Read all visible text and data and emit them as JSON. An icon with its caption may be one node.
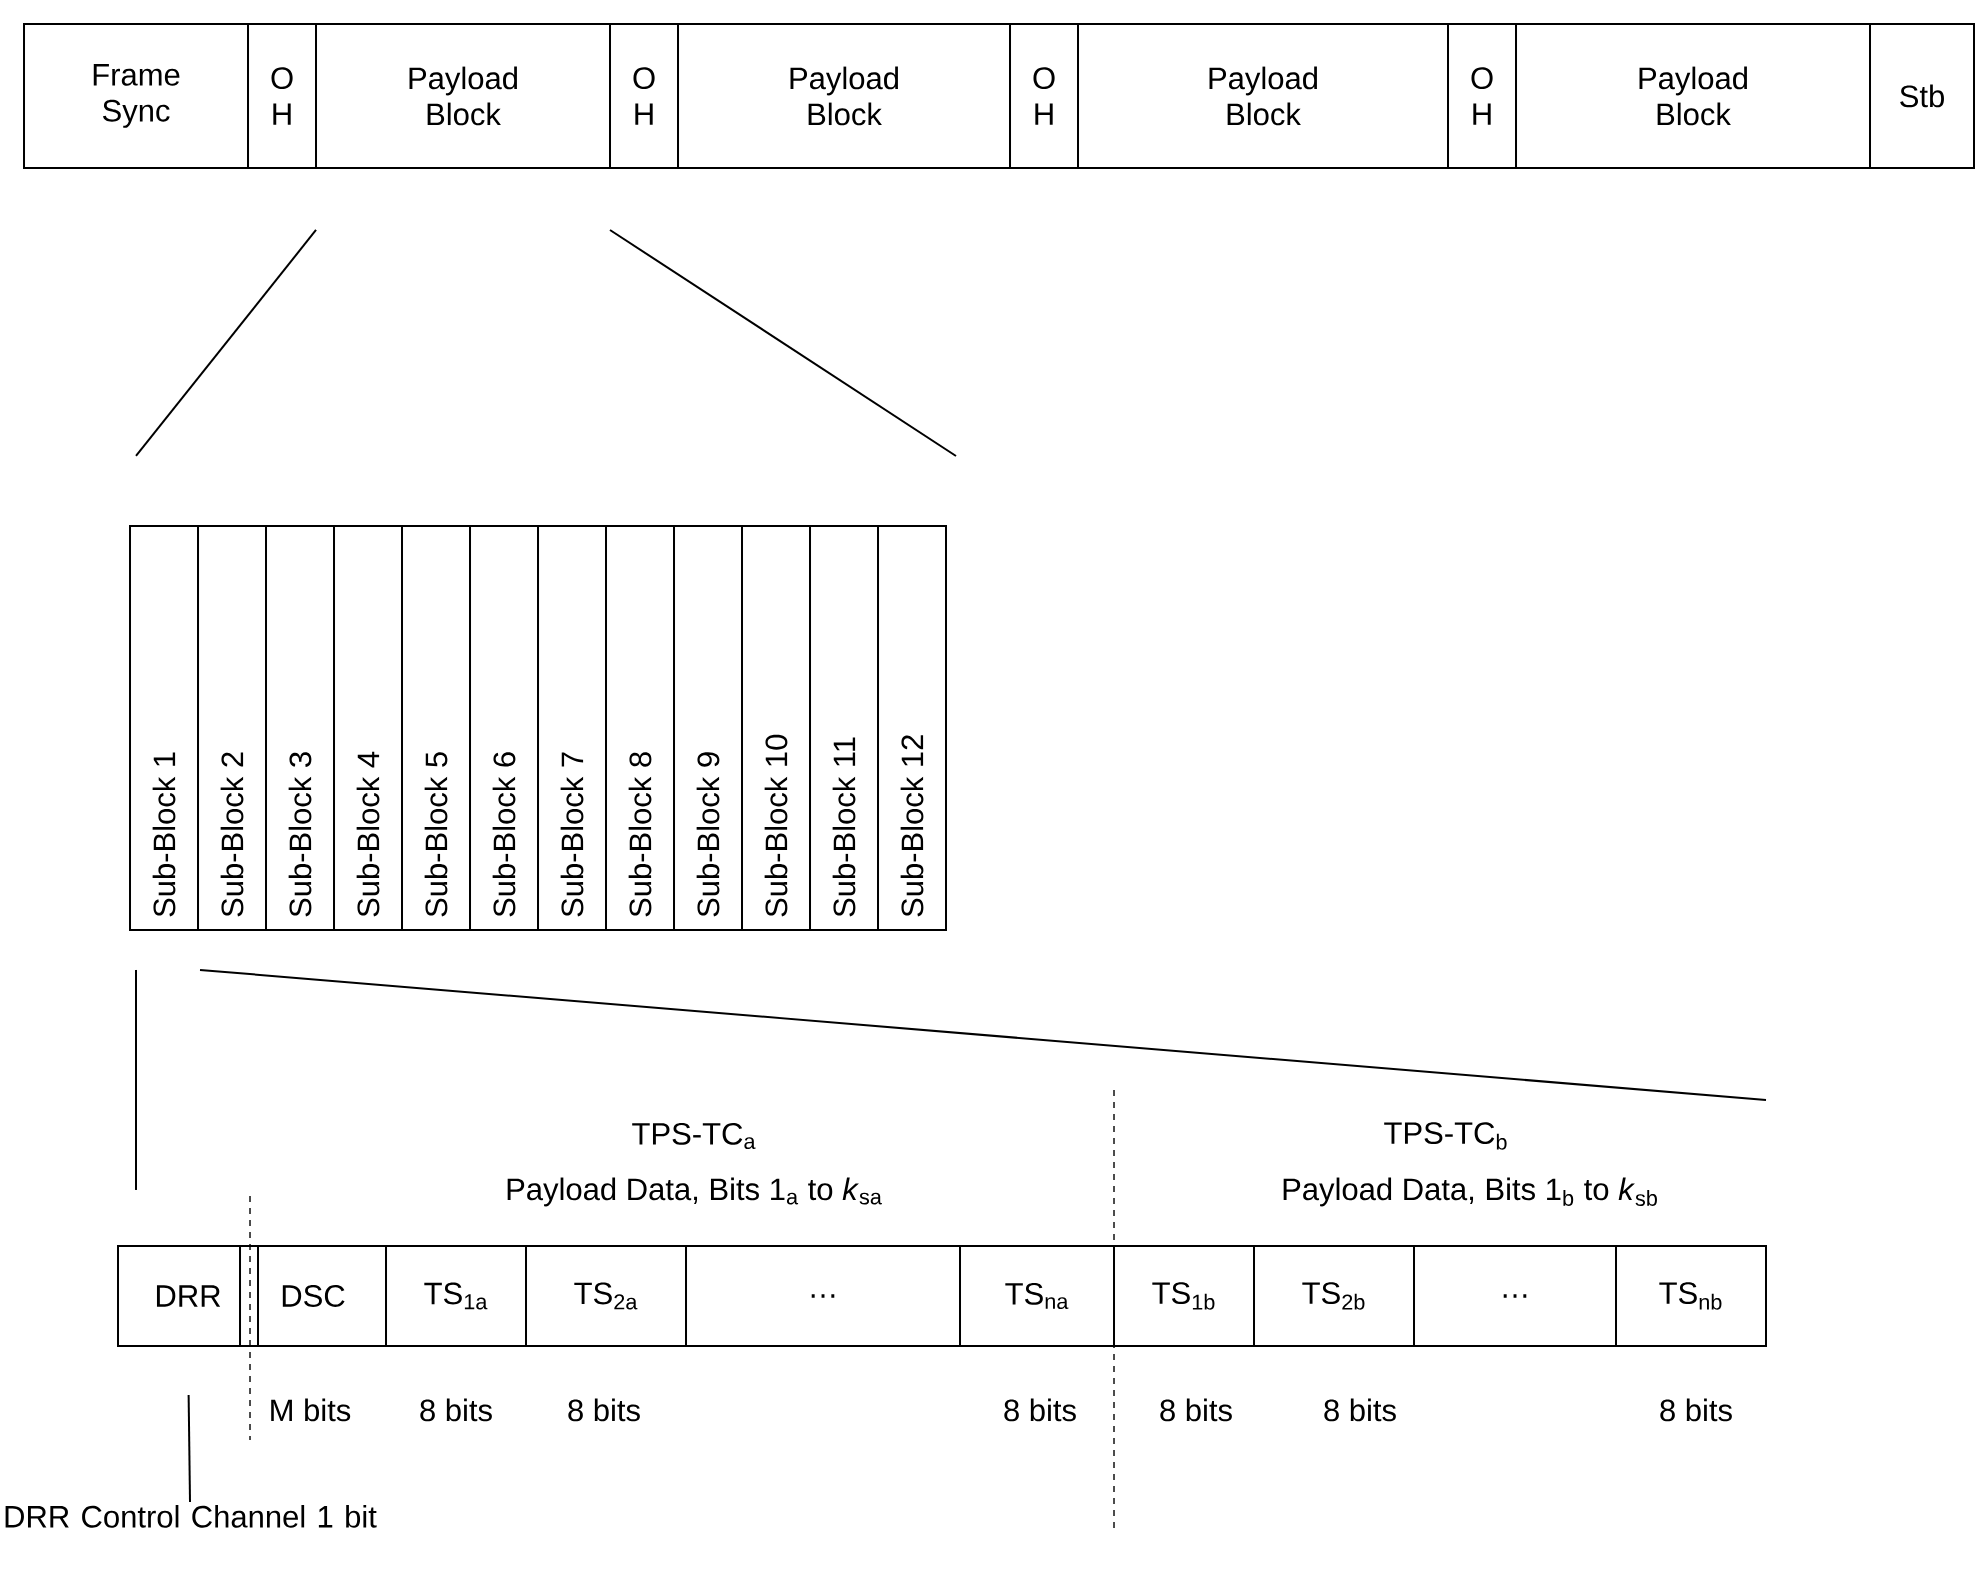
{
  "diagram": {
    "nodes": [
      {
        "text": [
          "Frame Sync"
        ]
      },
      {
        "text": [
          "O H"
        ]
      },
      {
        "text": [
          "Payload Block"
        ]
      },
      {
        "text": [
          "O H"
        ]
      },
      {
        "text": [
          "Payload Block"
        ]
      },
      {
        "text": [
          "O H"
        ]
      },
      {
        "text": [
          "Payload Block"
        ]
      },
      {
        "text": [
          "O H"
        ]
      },
      {
        "text": [
          "Payload Block"
        ]
      },
      {
        "text": [
          "Stb"
        ]
      },
      {
        "text": [
          "Sub-Block 1"
        ]
      },
      {
        "text": [
          "Sub-Block 2"
        ]
      },
      {
        "text": [
          "Sub-Block 3"
        ]
      },
      {
        "text": [
          "Sub-Block 4"
        ]
      },
      {
        "text": [
          "Sub-Block 5"
        ]
      },
      {
        "text": [
          "Sub-Block 6"
        ]
      },
      {
        "text": [
          "Sub-Block 7"
        ]
      },
      {
        "text": [
          "Sub-Block 8"
        ]
      },
      {
        "text": [
          "Sub-Block 9"
        ]
      },
      {
        "text": [
          "Sub-Block 10"
        ]
      },
      {
        "text": [
          "Sub-Block 11"
        ]
      },
      {
        "text": [
          "Sub-Block 12"
        ]
      },
      {
        "text": [
          "DRR"
        ]
      },
      {
        "text": [
          "DSC"
        ]
      },
      {
        "text": [
          "TS$_{1a}$"
        ]
      },
      {
        "text": [
          "TS$_{2a}$"
        ]
      },
      {
        "text": [
          "…"
        ]
      },
      {
        "text": [
          "TS$_{na}$"
        ]
      },
      {
        "text": [
          "TS$_{1b}$"
        ]
      },
      {
        "text": [
          "TS$_{2b}$"
        ]
      },
      {
        "text": [
          "…"
        ]
      },
      {
        "text": [
          "TS$_{nb}$"
        ]
      },
      {
        "text": [
          "DRR Control Channel 1 bit"
        ]
      }
    ],
    "edges": [
      {
        "from": 32,
        "to": 22,
        "arrow": "none"
      }
    ],
    "labels": [
      "TPS-TC$_{a}$",
      "TPS-TC$_{b}$",
      "Payload Data, Bits 1$_{a}$ to *k*$_{sa}$",
      "Payload Data, Bits 1$_{b}$ to *k*$_{sb}$",
      "M bits",
      "8 bits",
      "8 bits",
      "8 bits",
      "8 bits",
      "8 bits",
      "8 bits"
    ]
  }
}
